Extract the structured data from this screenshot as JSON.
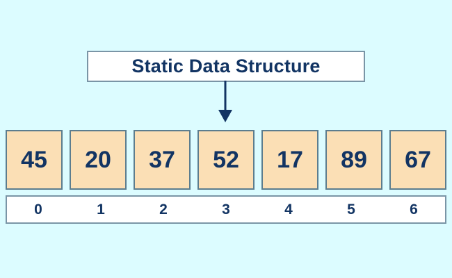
{
  "diagram": {
    "background_color": "#dcfcff",
    "callout": {
      "label": "Static Data Structure",
      "text_color": "#123463",
      "fill_color": "#ffffff",
      "border_color": "#7a95a6"
    },
    "pointer": {
      "icon": "down-arrow-icon",
      "color": "#123463",
      "points_to_index": 3
    },
    "array": {
      "cell_fill_color": "#fbdfb5",
      "cell_border_color": "#5c7d8e",
      "value_text_color": "#123463",
      "cells": [
        {
          "index": "0",
          "value": "45"
        },
        {
          "index": "1",
          "value": "20"
        },
        {
          "index": "2",
          "value": "37"
        },
        {
          "index": "3",
          "value": "52"
        },
        {
          "index": "4",
          "value": "17"
        },
        {
          "index": "5",
          "value": "89"
        },
        {
          "index": "6",
          "value": "67"
        }
      ]
    },
    "index_bar": {
      "fill_color": "#ffffff",
      "border_color": "#7a95a6",
      "text_color": "#123463",
      "indices": [
        "0",
        "1",
        "2",
        "3",
        "4",
        "5",
        "6"
      ]
    }
  }
}
